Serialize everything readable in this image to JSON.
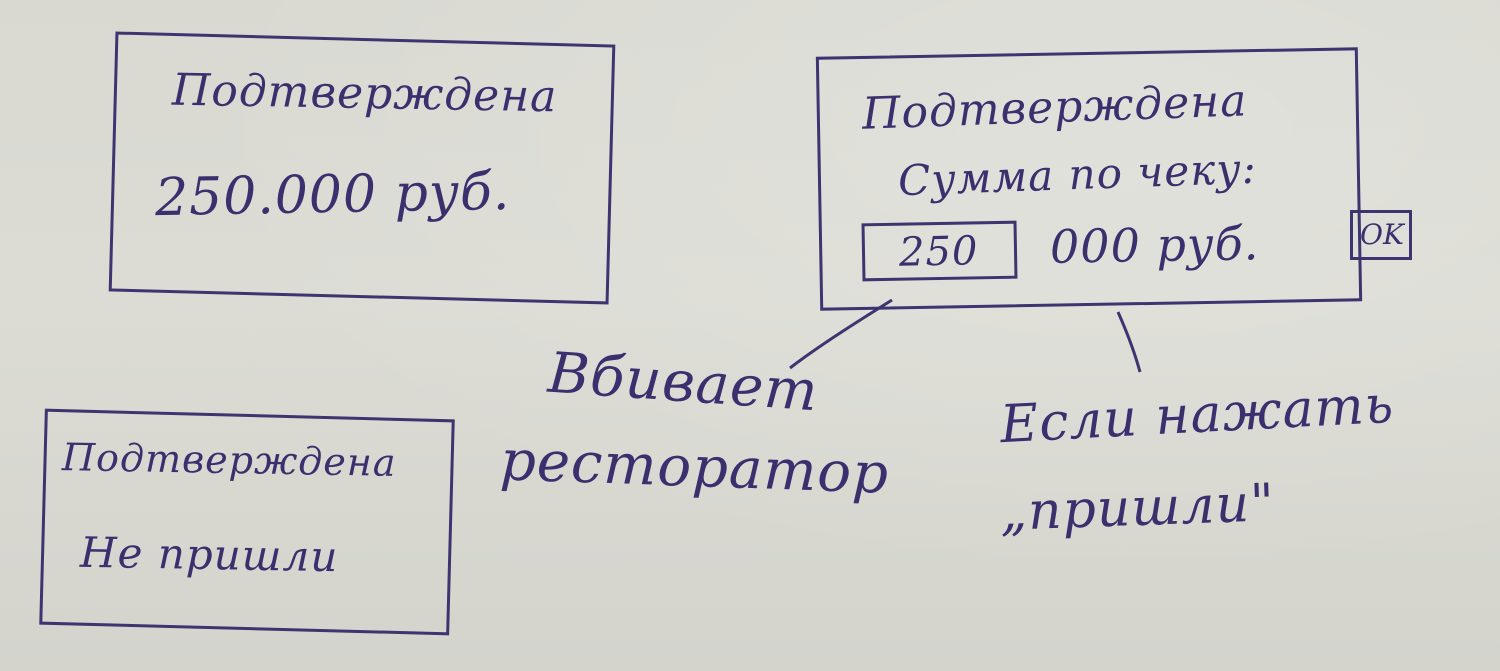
{
  "sketch": {
    "card_confirmed_amount": {
      "title": "Подтверждена",
      "amount": "250.000 руб."
    },
    "card_confirmed_edit": {
      "title": "Подтверждена",
      "subtitle": "Сумма по чеку:",
      "input_value": "250",
      "amount_suffix": "000 руб.",
      "ok_label": "OK"
    },
    "card_not_came": {
      "title": "Подтверждена",
      "status": "Не пришли"
    },
    "annotations": {
      "input_note_line1": "Вбивает",
      "input_note_line2": "ресторатор",
      "button_note_line1": "Если нажать",
      "button_note_line2": "„пришли\""
    }
  }
}
